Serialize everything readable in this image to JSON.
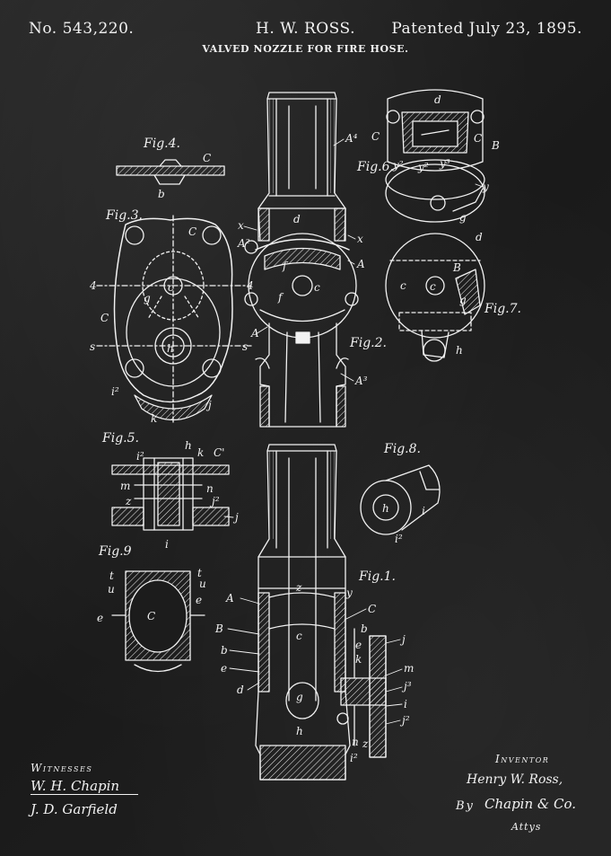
{
  "header": {
    "patent_number": "No. 543,220.",
    "inventor_name": "H. W. ROSS.",
    "patent_date": "Patented July 23, 1895.",
    "title": "VALVED NOZZLE FOR FIRE HOSE."
  },
  "figures": {
    "fig1": "Fig.1.",
    "fig2": "Fig.2.",
    "fig3": "Fig.3.",
    "fig4": "Fig.4.",
    "fig5": "Fig.5.",
    "fig6": "Fig.6.",
    "fig7": "Fig.7.",
    "fig8": "Fig.8.",
    "fig9": "Fig.9"
  },
  "labels": {
    "A": "A",
    "A2": "A²",
    "A3": "A³",
    "A4": "A⁴",
    "B": "B",
    "C": "C",
    "Cprime": "C'",
    "b": "b",
    "c": "c",
    "d": "d",
    "e": "e",
    "f": "f",
    "g": "g",
    "h": "h",
    "i": "i",
    "i2": "i²",
    "j": "j",
    "j2": "j²",
    "j3": "j³",
    "k": "k",
    "m": "m",
    "n": "n",
    "t": "t",
    "u": "u",
    "x": "x",
    "y": "y",
    "y2": "y²",
    "y3": "y³",
    "z": "z",
    "s": "s",
    "tri": "4"
  },
  "witnesses": {
    "heading": "Witnesses",
    "sig1": "W. H. Chapin",
    "sig2": "J. D. Garfield"
  },
  "inventor": {
    "heading": "Inventor",
    "sig": "Henry W. Ross,",
    "by": "By",
    "attorney": "Chapin & Co.",
    "attys": "Attys"
  }
}
